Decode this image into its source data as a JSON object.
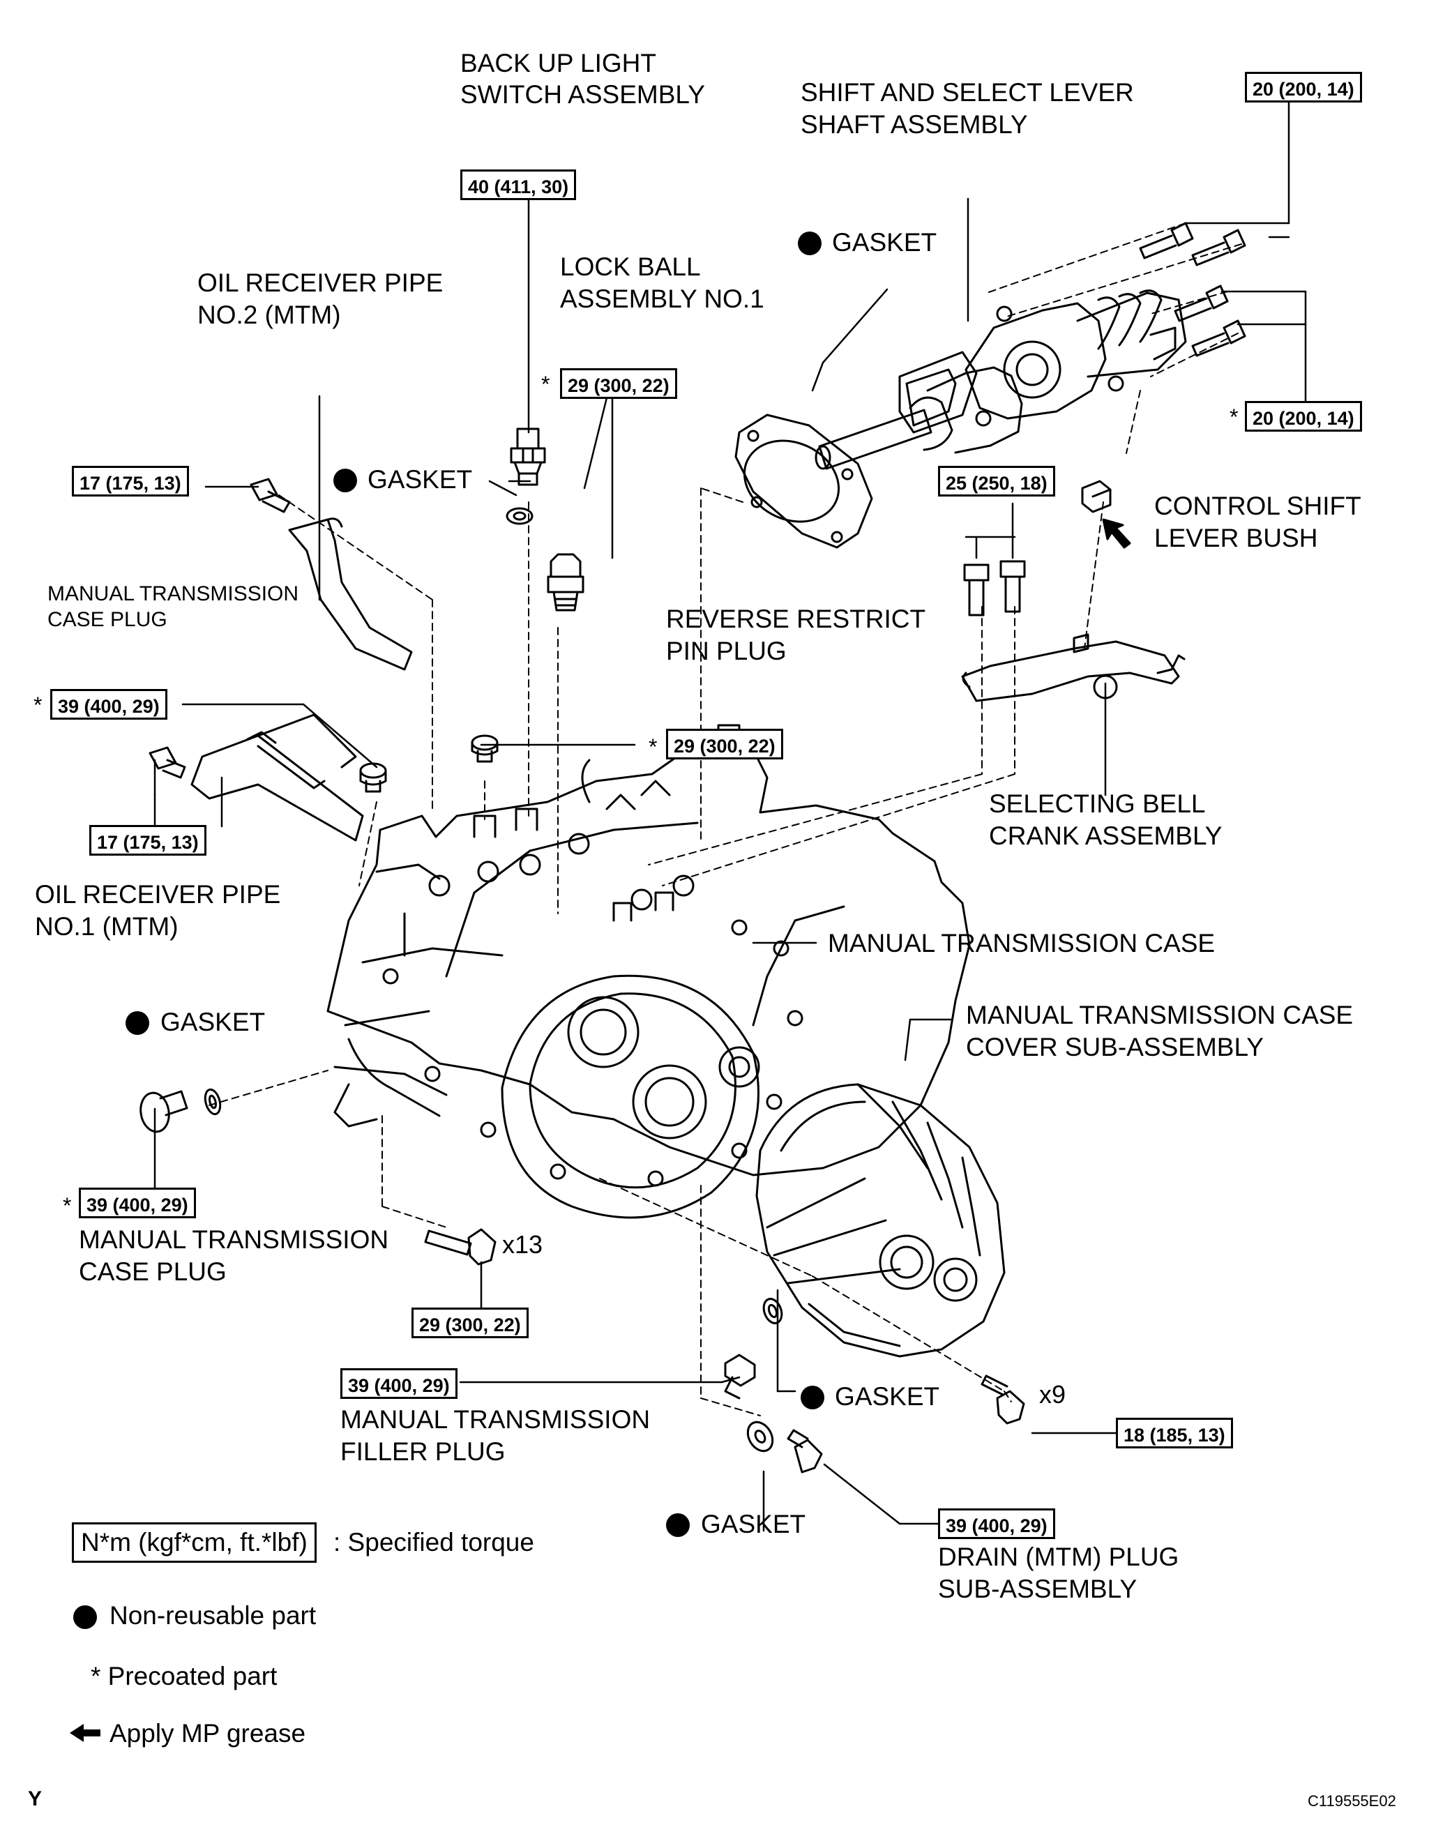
{
  "labels": {
    "back_up_light_line1": "BACK UP LIGHT",
    "back_up_light_line2": "SWITCH ASSEMBLY",
    "shift_select_line1": "SHIFT AND SELECT LEVER",
    "shift_select_line2": "SHAFT ASSEMBLY",
    "gasket": "GASKET",
    "lock_ball_line1": "LOCK BALL",
    "lock_ball_line2": "ASSEMBLY NO.1",
    "oil_pipe2_line1": "OIL RECEIVER PIPE",
    "oil_pipe2_line2": "NO.2 (MTM)",
    "mt_case_plug_small_line1": "MANUAL TRANSMISSION",
    "mt_case_plug_small_line2": "CASE PLUG",
    "reverse_restrict_line1": "REVERSE RESTRICT",
    "reverse_restrict_line2": "PIN PLUG",
    "control_shift_line1": "CONTROL SHIFT",
    "control_shift_line2": "LEVER BUSH",
    "selecting_bell_line1": "SELECTING BELL",
    "selecting_bell_line2": "CRANK ASSEMBLY",
    "oil_pipe1_line1": "OIL RECEIVER PIPE",
    "oil_pipe1_line2": "NO.1 (MTM)",
    "mt_case": "MANUAL TRANSMISSION CASE",
    "mt_case_cover_line1": "MANUAL TRANSMISSION CASE",
    "mt_case_cover_line2": "COVER SUB-ASSEMBLY",
    "mt_case_plug_line1": "MANUAL TRANSMISSION",
    "mt_case_plug_line2": "CASE PLUG",
    "mt_filler_line1": "MANUAL TRANSMISSION",
    "mt_filler_line2": "FILLER PLUG",
    "drain_line1": "DRAIN (MTM) PLUG",
    "drain_line2": "SUB-ASSEMBLY"
  },
  "torques": {
    "t_backup": "40 (411, 30)",
    "t_top_right": "20 (200, 14)",
    "t_right_mid": "20 (200, 14)",
    "t_lockball": "29 (300, 22)",
    "t_pipe2": "17 (175, 13)",
    "t_bellcrank": "25 (250, 18)",
    "t_left_39": "39 (400, 29)",
    "t_reverse": "29 (300, 22)",
    "t_pipe1": "17 (175, 13)",
    "t_case_plug": "39 (400, 29)",
    "t_case_bolt": "29 (300, 22)",
    "t_filler": "39 (400, 29)",
    "t_cover_bolt": "18 (185, 13)",
    "t_drain": "39 (400, 29)"
  },
  "symbols": {
    "star": "*",
    "x13": "x13",
    "x9": "x9"
  },
  "legend": {
    "torque_box": "N*m (kgf*cm, ft.*lbf)",
    "torque_text": ": Specified torque",
    "non_reusable": "Non-reusable part",
    "precoated": "* Precoated part",
    "grease": "Apply MP grease"
  },
  "footer": {
    "code": "C119555E02",
    "corner": "Y"
  },
  "icons": {
    "non_reusable": "filled-circle-icon",
    "grease": "arrow-left-icon"
  }
}
